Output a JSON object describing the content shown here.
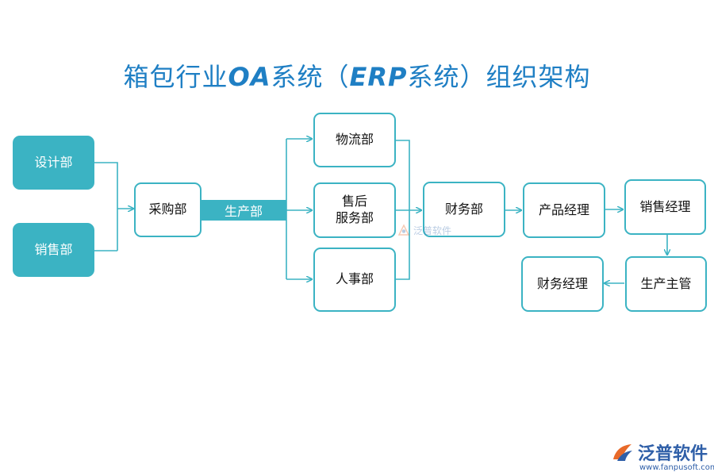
{
  "title": {
    "prefix": "箱包行业",
    "oa": "OA",
    "middle": "系统（",
    "erp": "ERP",
    "suffix": "系统）组织架构"
  },
  "nodes": {
    "design": "设计部",
    "sales": "销售部",
    "purchase": "采购部",
    "production": "生产部",
    "logistics": "物流部",
    "after_sales_line1": "售后",
    "after_sales_line2": "服务部",
    "hr": "人事部",
    "finance": "财务部",
    "product_manager": "产品经理",
    "sales_manager": "销售经理",
    "production_supervisor": "生产主管",
    "finance_manager": "财务经理"
  },
  "watermark": {
    "center_text": "泛普软件",
    "brand_name": "泛普软件",
    "brand_url": "www.fanpusoft.com"
  },
  "colors": {
    "accent": "#3bb3c3",
    "title": "#1f7fc4",
    "brand": "#2f5fa8"
  }
}
